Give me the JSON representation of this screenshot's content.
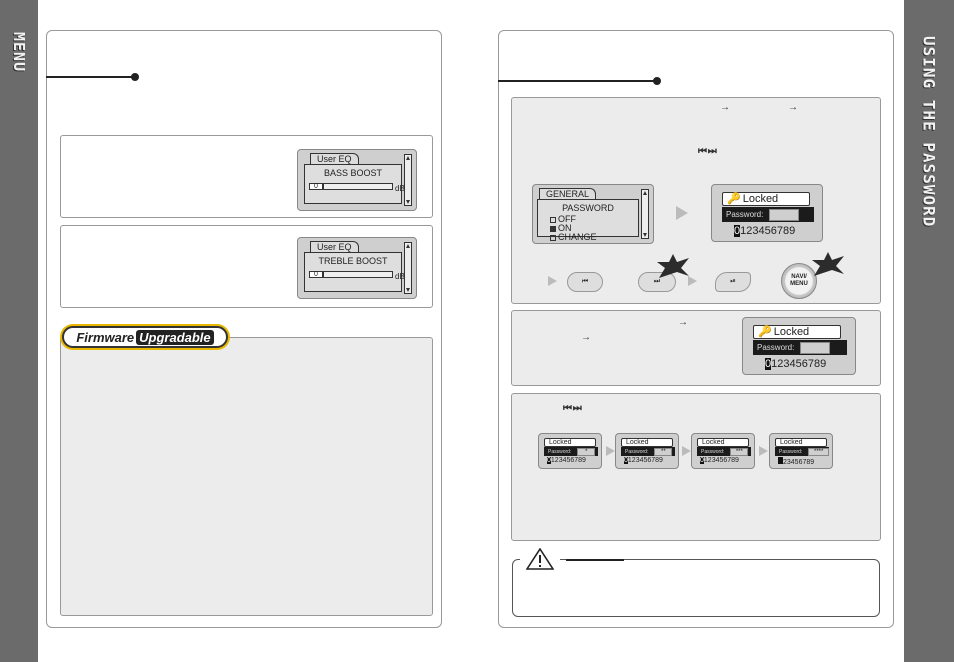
{
  "left_page": {
    "side_label": "MENU",
    "eq_boxes": [
      {
        "tab": "User EQ",
        "heading": "BASS BOOST",
        "value": "0",
        "unit": "dB"
      },
      {
        "tab": "User EQ",
        "heading": "TREBLE BOOST",
        "value": "0",
        "unit": "dB"
      }
    ],
    "firmware_badge": {
      "part_a": "Firmware",
      "part_b": "Upgradable"
    }
  },
  "right_page": {
    "side_label": "USING THE PASSWORD",
    "step1": {
      "arrow_glyph_1": "→",
      "arrow_glyph_2": "→",
      "skip_glyphs": "⏮  ⏭",
      "general_lcd": {
        "tab": "GENERAL",
        "heading": "PASSWORD",
        "options": [
          "OFF",
          "ON",
          "CHANGE"
        ],
        "selected_index": 1
      },
      "lock_lcd": {
        "title": "Locked",
        "password_label": "Password:",
        "digit_selected": "0",
        "digits_rest": "123456789"
      },
      "buttons": {
        "prev": "⏮",
        "next": "⏭",
        "play": "⏯",
        "navi": "NAVI/ MENU"
      }
    },
    "step2": {
      "arrow_glyph_1": "→",
      "arrow_glyph_2": "→",
      "lock_lcd": {
        "title": "Locked",
        "password_label": "Password:",
        "digit_selected": "0",
        "digits_rest": "123456789"
      }
    },
    "step3": {
      "skip_glyphs": "⏮  ⏭",
      "mini_lcds": [
        {
          "title": "Locked",
          "password_label": "Password:",
          "field": "*",
          "digit_selected": "0",
          "digits_rest": "123456789"
        },
        {
          "title": "Locked",
          "password_label": "Password:",
          "field": "**",
          "digit_selected": "0",
          "digits_rest": "123456789"
        },
        {
          "title": "Locked",
          "password_label": "Password:",
          "field": "***",
          "digit_selected": "0",
          "digits_rest": "123456789"
        },
        {
          "title": "Locked",
          "password_label": "Password:",
          "field": "****",
          "digit_selected": "",
          "digits_rest": "23456789"
        }
      ]
    }
  }
}
